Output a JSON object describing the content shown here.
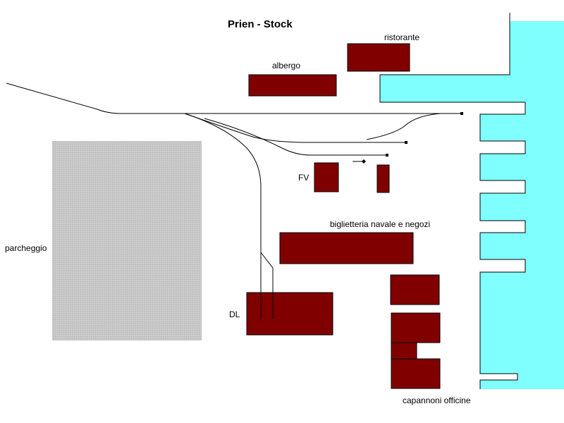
{
  "map": {
    "title": "Prien - Stock",
    "colors": {
      "water": "#80ffff",
      "building": "#800000",
      "parking": "#c8c8c8",
      "track": "#000000",
      "background": "#ffffff"
    },
    "labels": {
      "ristorante": "ristorante",
      "albergo": "albergo",
      "fv": "FV",
      "biglietteria": "biglietteria navale e negozi",
      "parcheggio": "parcheggio",
      "dl": "DL",
      "capannoni": "capannoni officine"
    }
  }
}
